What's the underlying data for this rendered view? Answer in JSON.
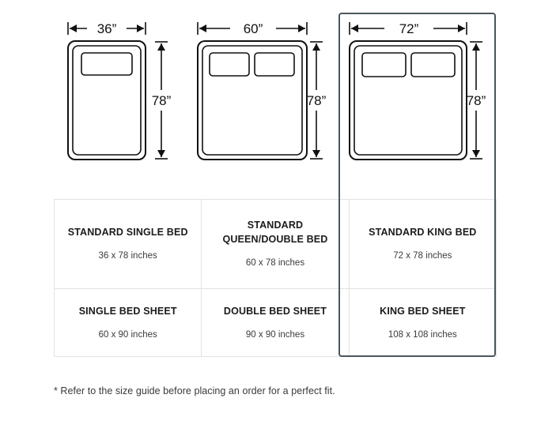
{
  "figures": [
    {
      "id": "single",
      "name": "standard-single-bed-diagram",
      "width_label": "36”",
      "height_label": "78”",
      "pillows": 1
    },
    {
      "id": "queen",
      "name": "standard-queen-double-bed-diagram",
      "width_label": "60”",
      "height_label": "78”",
      "pillows": 2
    },
    {
      "id": "king",
      "name": "standard-king-bed-diagram",
      "width_label": "72”",
      "height_label": "78”",
      "pillows": 2
    }
  ],
  "table": {
    "rows": [
      {
        "cells": [
          {
            "title": "STANDARD SINGLE BED",
            "sub": "36 x 78 inches"
          },
          {
            "title": "STANDARD QUEEN/DOUBLE BED",
            "sub": "60 x 78 inches"
          },
          {
            "title": "STANDARD KING BED",
            "sub": "72 x 78 inches"
          }
        ]
      },
      {
        "cells": [
          {
            "title": "SINGLE BED SHEET",
            "sub": "60 x 90 inches"
          },
          {
            "title": "DOUBLE BED SHEET",
            "sub": "90 x 90 inches"
          },
          {
            "title": "KING BED SHEET",
            "sub": "108 x 108 inches"
          }
        ]
      }
    ]
  },
  "footnote": {
    "text": "* Refer to the size guide before placing an order for a perfect fit."
  },
  "colors": {
    "highlight_border": "#4a565c",
    "table_border": "#e2e2e2",
    "line": "#111111",
    "background": "#ffffff"
  }
}
